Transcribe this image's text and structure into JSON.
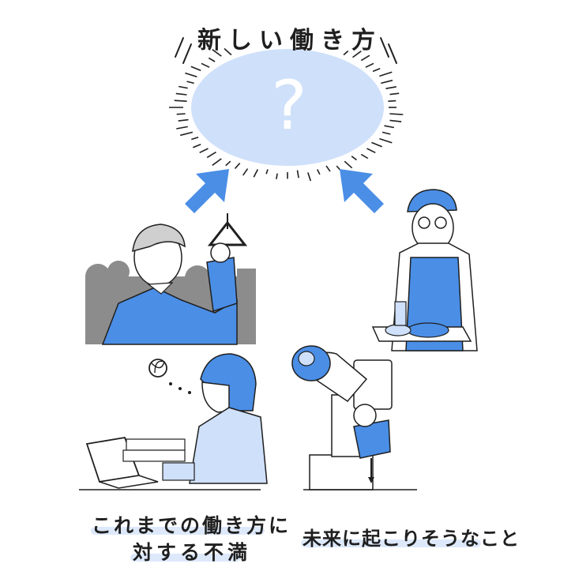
{
  "title": "新しい働き方",
  "center_symbol": "?",
  "caption_left": {
    "line1": "これまでの働き方に",
    "line2": "対する不満"
  },
  "caption_right": "未来に起こりそうなこと",
  "colors": {
    "accent_blue": "#4a8ee6",
    "light_blue": "#cfe0fa",
    "gray": "#8c8c8c",
    "ink": "#1f1f1f"
  }
}
